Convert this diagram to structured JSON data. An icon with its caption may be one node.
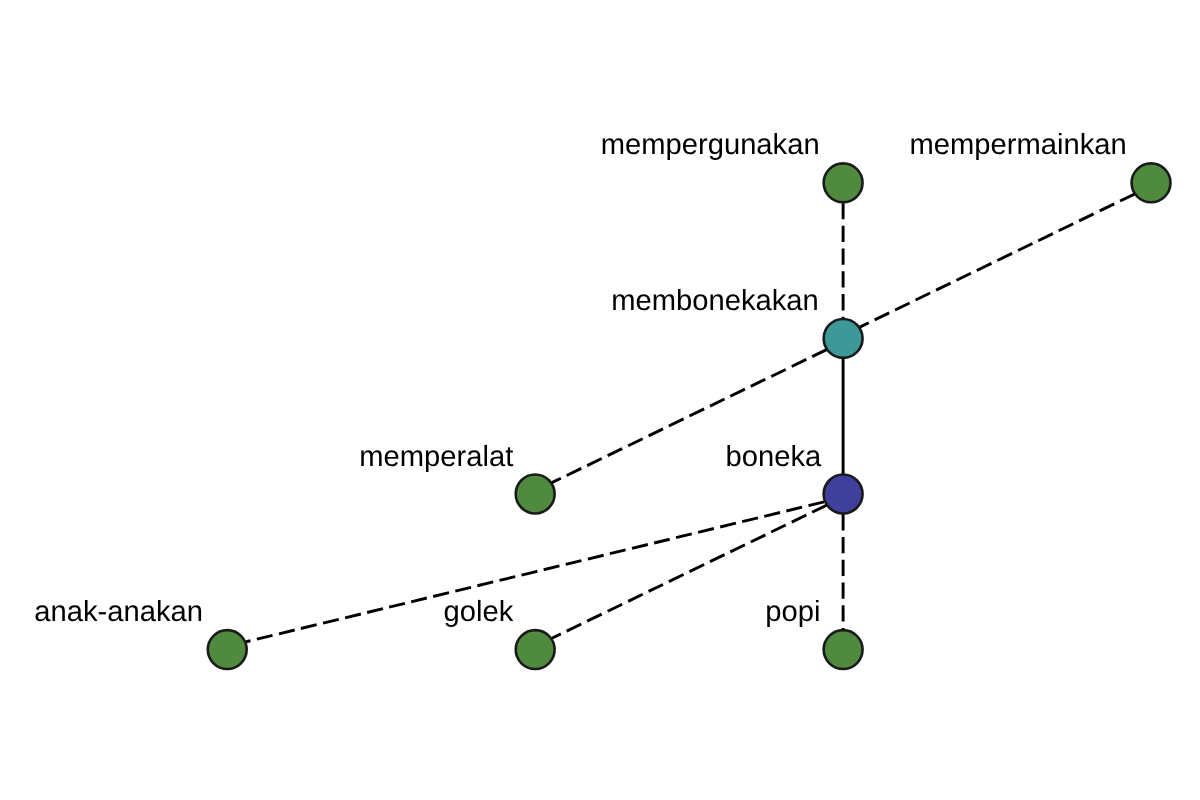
{
  "diagram": {
    "nodes": [
      {
        "text": [
          "mempergunakan"
        ]
      },
      {
        "text": [
          "mempermainkan"
        ]
      },
      {
        "text": [
          "membonekakan"
        ]
      },
      {
        "text": [
          "memperalat"
        ]
      },
      {
        "text": [
          "boneka"
        ]
      },
      {
        "text": [
          "anak-anakan"
        ]
      },
      {
        "text": [
          "golek"
        ]
      },
      {
        "text": [
          "popi"
        ]
      }
    ],
    "edges": [
      {
        "from": 0,
        "to": 2,
        "arrow": "none",
        "style": "dashed"
      },
      {
        "from": 1,
        "to": 2,
        "arrow": "none",
        "style": "dashed"
      },
      {
        "from": 2,
        "to": 3,
        "arrow": "none",
        "style": "dashed"
      },
      {
        "from": 2,
        "to": 4,
        "arrow": "none"
      },
      {
        "from": 4,
        "to": 5,
        "arrow": "none",
        "style": "dashed"
      },
      {
        "from": 4,
        "to": 6,
        "arrow": "none",
        "style": "dashed"
      },
      {
        "from": 4,
        "to": 7,
        "arrow": "none",
        "style": "dashed"
      }
    ]
  }
}
